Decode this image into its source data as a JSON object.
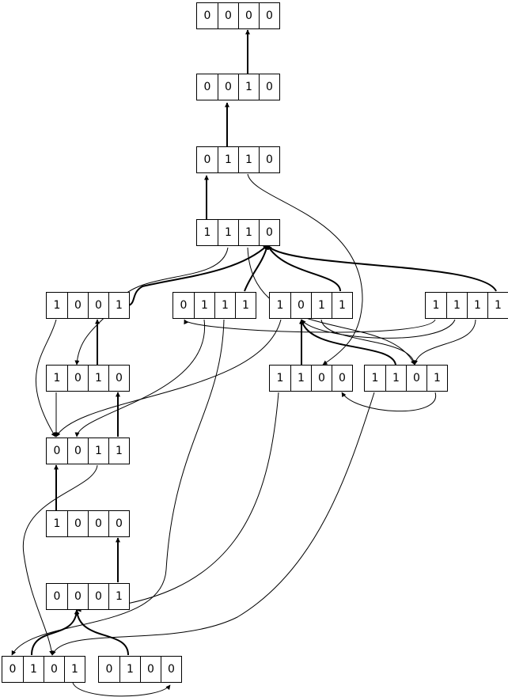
{
  "nodes": [
    {
      "id": "n0000a",
      "bits": [
        "0",
        "0",
        "0",
        "0"
      ]
    },
    {
      "id": "n0010",
      "bits": [
        "0",
        "0",
        "1",
        "0"
      ]
    },
    {
      "id": "n0110",
      "bits": [
        "0",
        "1",
        "1",
        "0"
      ]
    },
    {
      "id": "n1110",
      "bits": [
        "1",
        "1",
        "1",
        "0"
      ]
    },
    {
      "id": "n1001",
      "bits": [
        "1",
        "0",
        "0",
        "1"
      ]
    },
    {
      "id": "n0111",
      "bits": [
        "0",
        "1",
        "1",
        "1"
      ]
    },
    {
      "id": "n1011",
      "bits": [
        "1",
        "0",
        "1",
        "1"
      ]
    },
    {
      "id": "n1111",
      "bits": [
        "1",
        "1",
        "1",
        "1"
      ]
    },
    {
      "id": "n1010",
      "bits": [
        "1",
        "0",
        "1",
        "0"
      ]
    },
    {
      "id": "n1100",
      "bits": [
        "1",
        "1",
        "0",
        "0"
      ]
    },
    {
      "id": "n1101",
      "bits": [
        "1",
        "1",
        "0",
        "1"
      ]
    },
    {
      "id": "n0011",
      "bits": [
        "0",
        "0",
        "1",
        "1"
      ]
    },
    {
      "id": "n1000",
      "bits": [
        "1",
        "0",
        "0",
        "0"
      ]
    },
    {
      "id": "n0001",
      "bits": [
        "0",
        "0",
        "0",
        "1"
      ]
    },
    {
      "id": "n0101",
      "bits": [
        "0",
        "1",
        "0",
        "1"
      ]
    },
    {
      "id": "n0100",
      "bits": [
        "0",
        "1",
        "0",
        "0"
      ]
    }
  ]
}
